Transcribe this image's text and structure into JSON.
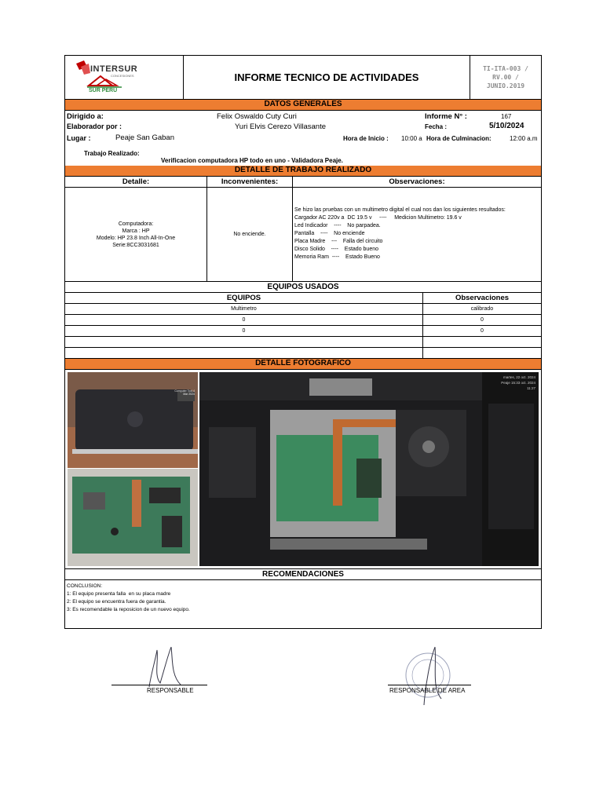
{
  "header": {
    "logo_name": "INTERSUR",
    "logo_tagline": "CONCESIONES",
    "logo_sub": "SUR PERÚ",
    "title": "INFORME TECNICO DE ACTIVIDADES",
    "code_line1": "TI-ITA-003 /",
    "code_line2": "RV.00 /",
    "code_line3": "JUNIO.2019"
  },
  "datos_generales": {
    "section_title": "DATOS GENERALES",
    "dirigido_label": "Dirigido a:",
    "dirigido_value": "Felix Oswaldo Cuty Curi",
    "informe_label": "Informe N° :",
    "informe_value": "167",
    "elaborador_label": "Elaborador por :",
    "elaborador_value": "Yuri Elvis Cerezo Villasante",
    "fecha_label": "Fecha :",
    "fecha_value": "5/10/2024",
    "lugar_label": "Lugar :",
    "lugar_value": "Peaje San Gaban",
    "hora_inicio_label": "Hora de Inicio :",
    "hora_inicio_value": "10:00 a",
    "hora_fin_label": "Hora de Culminacion:",
    "hora_fin_value": "12:00 a.m",
    "trabajo_label": "Trabajo Realizado:",
    "trabajo_value": "Verificacion computadora HP todo en uno - Validadora Peaje."
  },
  "detalle_trabajo": {
    "section_title": "DETALLE DE TRABAJO REALIZADO",
    "col_detalle": "Detalle:",
    "col_inconvenientes": "Inconvenientes:",
    "col_observaciones": "Observaciones:",
    "detalle_lines": [
      "Computadora:",
      "Marca : HP",
      "Modelo: HP 23.8 Inch All-In-One",
      "Serie:8CC3031681"
    ],
    "inconvenientes": "No enciende.",
    "observaciones_lines": [
      "Se hizo las pruebas con un multimetro digital el cual nos dan los siguientes resultados:",
      "Cargador AC 220v a  DC 19.5 v     ----     Medicion Multimetro: 19.6 v",
      "Led Indicador    ----    No parpadea.",
      "Pantalla    ----    No enciende",
      "Placa Madre    ---    Falla del circuito",
      "Disco Solido    ----    Estado bueno",
      "Memoria Ram  ----    Estado Bueno"
    ]
  },
  "equipos_usados": {
    "section_title": "EQUIPOS USADOS",
    "col_equipos": "EQUIPOS",
    "col_observaciones": "Observaciones",
    "rows": [
      {
        "equipo": "Multimetro",
        "obs": "calibrado"
      },
      {
        "equipo": "0",
        "obs": "0"
      },
      {
        "equipo": "0",
        "obs": "0"
      },
      {
        "equipo": "",
        "obs": ""
      },
      {
        "equipo": "",
        "obs": ""
      }
    ]
  },
  "detalle_fotografico": {
    "section_title": "DETALLE FOTOGRAFICO",
    "photo1_stamp": "Computer Tool 4 Mar 2024",
    "photo3_stamp_line1": "martes, 22 oct. 2024",
    "photo3_stamp_line2": "Peaje 15:33 oct. 2024",
    "photo3_stamp_line3": "11:27"
  },
  "recomendaciones": {
    "section_title": "RECOMENDACIONES",
    "lines": [
      "CONCLUSION:",
      "1: El equipo presenta falla  en su placa madre",
      "2: El equipo se encuentra fuera de garantia.",
      "3: Es recomendable la reposicion de un nuevo equipo."
    ]
  },
  "firmas": {
    "responsable": "RESPONSABLE",
    "responsable_area": "RESPONSABLE DE AREA"
  },
  "colors": {
    "section_bar": "#ed7d31",
    "logo_red": "#c00000",
    "logo_green": "#2e8b3a"
  }
}
